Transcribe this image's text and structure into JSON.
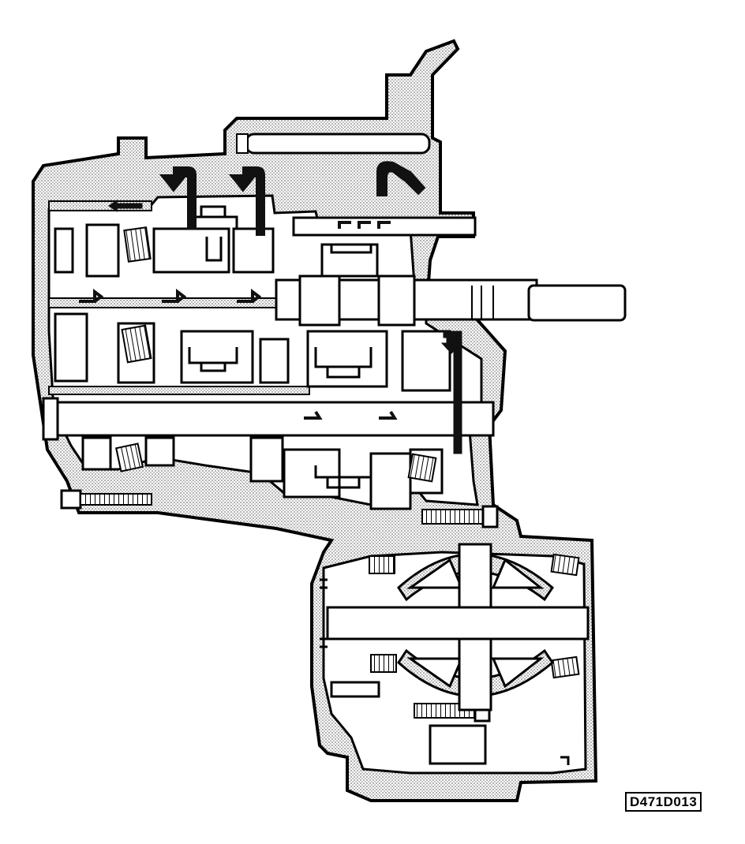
{
  "figure_code": "D471D013",
  "colors": {
    "line": "#000000",
    "case_shade": "#dcdcdc",
    "arrow": "#111111",
    "background": "#ffffff"
  },
  "components": [
    "transmission-case",
    "input-shaft",
    "output-shaft",
    "differential",
    "synchronizer",
    "bearing",
    "bolt",
    "oil-flow-arrow"
  ]
}
